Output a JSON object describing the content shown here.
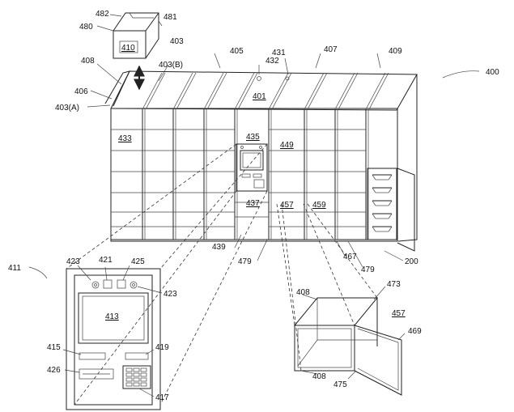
{
  "labels": {
    "l400": "400",
    "l401": "401",
    "l403": "403",
    "l403a": "403(A)",
    "l403b": "403(B)",
    "l405": "405",
    "l406": "406",
    "l407": "407",
    "l408": "408",
    "l409": "409",
    "l410": "410",
    "l411": "411",
    "l413": "413",
    "l415": "415",
    "l417": "417",
    "l419": "419",
    "l421": "421",
    "l423": "423",
    "l425": "425",
    "l426": "426",
    "l431": "431",
    "l432": "432",
    "l433": "433",
    "l435": "435",
    "l437": "437",
    "l439": "439",
    "l449": "449",
    "l457": "457",
    "l459": "459",
    "l467": "467",
    "l469": "469",
    "l473": "473",
    "l475": "475",
    "l479": "479",
    "l480": "480",
    "l481": "481",
    "l482": "482",
    "l200": "200"
  }
}
